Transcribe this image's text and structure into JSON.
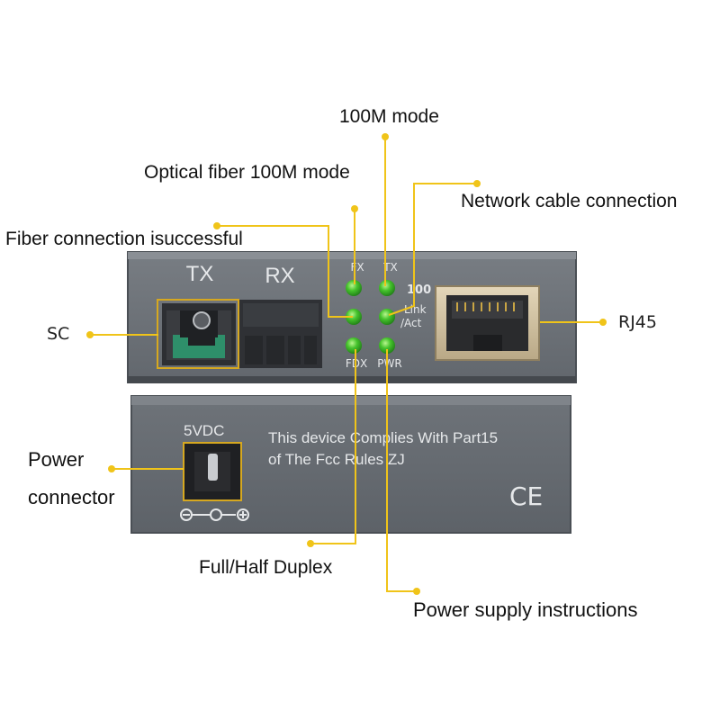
{
  "device": {
    "top_unit": {
      "port_tx": "TX",
      "port_rx": "RX",
      "led_fx": "FX",
      "led_tx": "TX",
      "led_fdx": "FDX",
      "led_pwr": "PWR",
      "label_100": "100",
      "label_link": "Link",
      "label_act": "/Act"
    },
    "bottom_unit": {
      "power_label": "5VDC",
      "compliance_line1": "This device Complies With Part15",
      "compliance_line2": "of The Fcc Rules ZJ",
      "ce_mark": "CE"
    }
  },
  "callouts": {
    "mode_100m": "100M mode",
    "optical_fiber_mode": "Optical fiber 100M mode",
    "network_cable": "Network cable connection",
    "fiber_connection": "Fiber connection isuccessful",
    "sc": "SC",
    "rj45": "RJ45",
    "power_connector_line1": "Power",
    "power_connector_line2": "connector",
    "full_half_duplex": "Full/Half Duplex",
    "power_supply": "Power supply instructions"
  },
  "colors": {
    "leader": "#f0c419",
    "led": "#3fbf2c",
    "device_body": "#6c7177",
    "device_edge": "#555a60",
    "screen_print": "#e6e8ea"
  }
}
